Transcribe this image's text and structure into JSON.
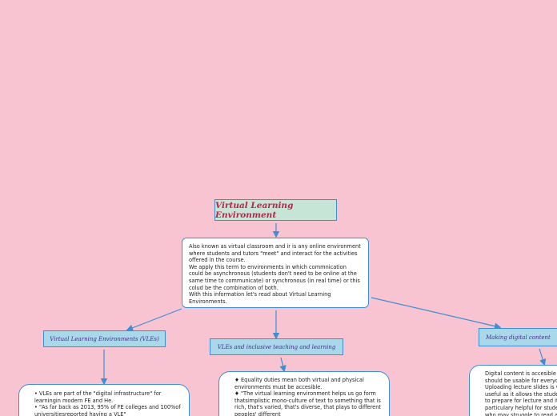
{
  "map": {
    "root": {
      "title": "Virtual Learning Environment"
    },
    "description": {
      "lines": [
        "Also known as virtual classroom and ir is  any online environment where students  and tutors \"meet\" and interact for the activities offered in the course.",
        "We apply this term to environments in which commnication could be asynchronous (students don't need to be online at the same time to communicate) or synchronous (in real time) or this colud be the combination of both.",
        "With this information let's read about Virtual Learning Environments."
      ]
    },
    "topics": [
      {
        "title": "Virtual Learning Environments (VLEs)",
        "details": [
          "• VLEs are part of the \"digital infrastructure\" for learningin modern FE and He.",
          "• \"As far back as 2013, 95%  of FE colleges and 100%of universitiesreported having a VLE\""
        ]
      },
      {
        "title": "VLEs and inclusive teaching and learning",
        "details": [
          "♦ Equality duties mean both virtual and physical environments must be accesible.",
          "♦ \"The virtual learning environment helps  us go form thatsimplistic mono-culture of text to something that is rich, that's varied, that's diverse, that plays to different peoples' different"
        ]
      },
      {
        "title": "Making digital content",
        "details": [
          "Digital content is accesible and should be usable for everyone.",
          "Uploading lecture slides is very useful as it allows the student to prepare for lecture and it is particulary helpful for students who may struggle to read at the same time as concentrating on"
        ]
      }
    ]
  },
  "colors": {
    "background": "#f9c4d1",
    "connector": "#3d8fd1",
    "root_fill": "#c6e5d6",
    "root_text": "#c0204a",
    "topic_fill": "#a8d8ea",
    "topic_text": "#4a2a8a"
  }
}
